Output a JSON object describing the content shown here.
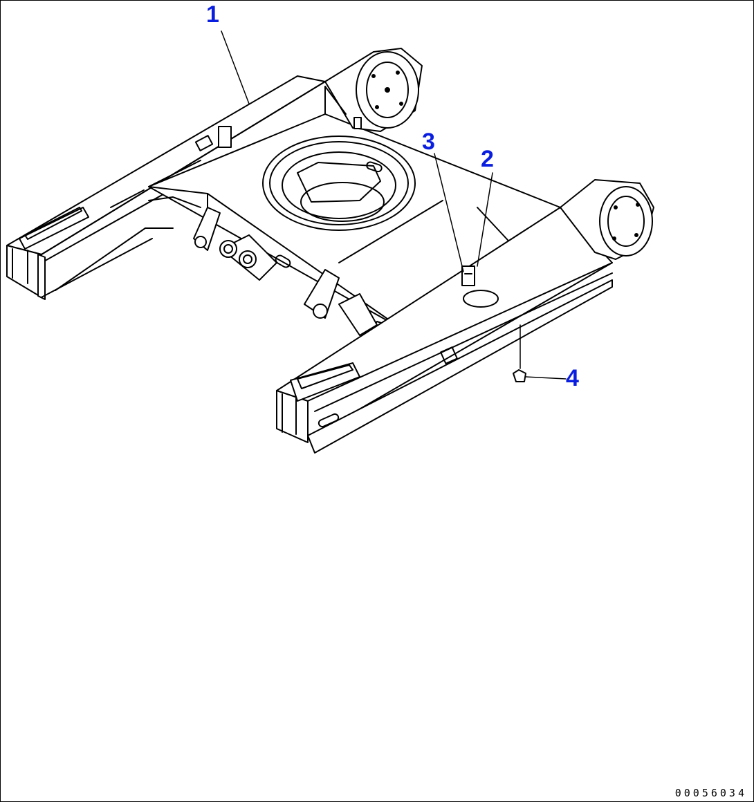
{
  "callouts": [
    {
      "id": "1",
      "label": "1"
    },
    {
      "id": "2",
      "label": "2"
    },
    {
      "id": "3",
      "label": "3"
    },
    {
      "id": "4",
      "label": "4"
    }
  ],
  "drawing_number": "00056034",
  "colors": {
    "callout": "#0a1ee0",
    "line": "#000000",
    "background": "#ffffff"
  }
}
